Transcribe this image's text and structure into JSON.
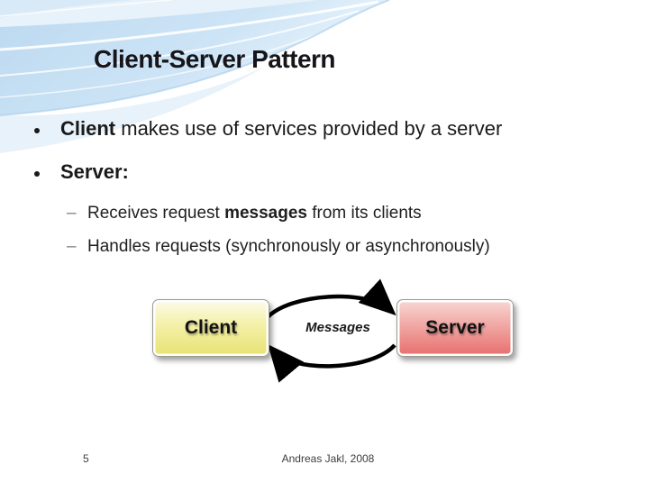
{
  "title": "Client-Server Pattern",
  "markers": {
    "bullet": "•",
    "sub": "–"
  },
  "bullets": [
    {
      "level": 1,
      "segments": [
        {
          "text": "Client",
          "bold": true
        },
        {
          "text": " makes use of services provided by a server",
          "bold": false
        }
      ]
    },
    {
      "level": 1,
      "segments": [
        {
          "text": "Server:",
          "bold": true
        }
      ]
    },
    {
      "level": 2,
      "segments": [
        {
          "text": "Receives request ",
          "bold": false
        },
        {
          "text": "messages",
          "bold": true
        },
        {
          "text": " from its clients",
          "bold": false
        }
      ]
    },
    {
      "level": 2,
      "segments": [
        {
          "text": "Handles requests (synchronously or asynchronously)",
          "bold": false
        }
      ]
    }
  ],
  "diagram": {
    "client_label": "Client",
    "server_label": "Server",
    "arrow_label": "Messages",
    "client_color_top": "#fcfbea",
    "client_color_bottom": "#e7e271",
    "server_color_top": "#f8d8d5",
    "server_color_bottom": "#e76e6c",
    "arrow_color": "#000000"
  },
  "footer": {
    "page_number": "5",
    "credit": "Andreas Jakl, 2008"
  },
  "theme": {
    "background": "#ffffff",
    "swoosh_blue": "#c7e0f4",
    "text_color": "#1a1a1a",
    "sub_bullet_marker_color": "#808080"
  }
}
